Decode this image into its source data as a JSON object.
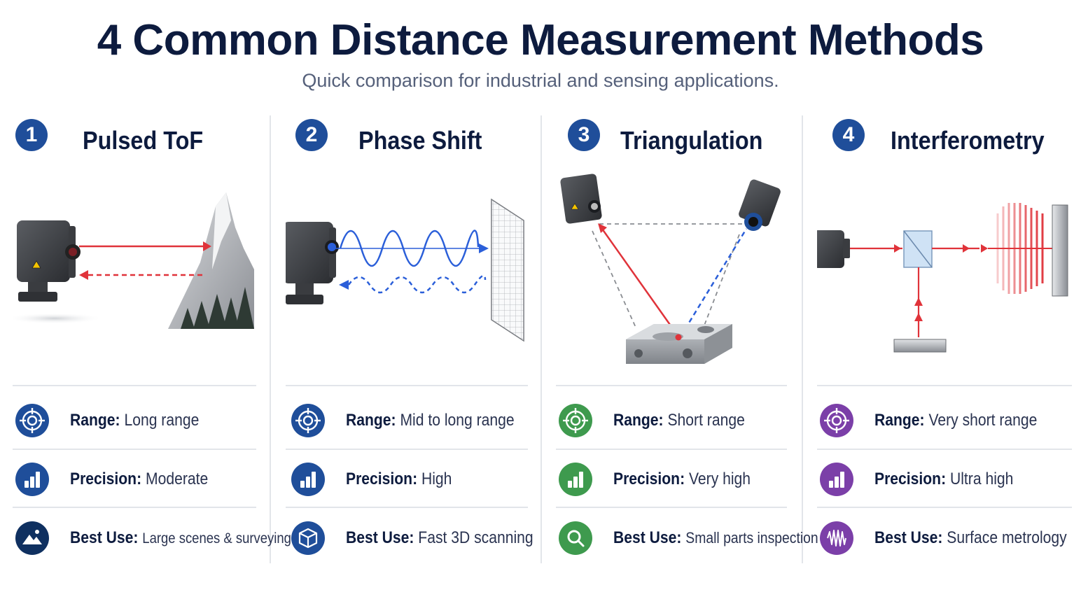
{
  "title": "4 Common Distance Measurement Methods",
  "subtitle": "Quick comparison for industrial and sensing applications.",
  "colors": {
    "navy": "#0d1b3e",
    "blue": "#1f4e9a",
    "green": "#3e9a4e",
    "purple": "#7b3fa8",
    "laser_red": "#e0333a",
    "wave_blue": "#2b5fd9"
  },
  "methods": [
    {
      "number": "1",
      "name": "Pulsed ToF",
      "rows": [
        {
          "icon": "target-icon",
          "label": "Range:",
          "value": "Long range"
        },
        {
          "icon": "bar-chart-icon",
          "label": "Precision:",
          "value": "Moderate"
        },
        {
          "icon": "mountain-icon",
          "label": "Best Use:",
          "value": "Large scenes & surveying"
        }
      ]
    },
    {
      "number": "2",
      "name": "Phase Shift",
      "rows": [
        {
          "icon": "target-icon",
          "label": "Range:",
          "value": "Mid to long range"
        },
        {
          "icon": "bar-chart-icon",
          "label": "Precision:",
          "value": "High"
        },
        {
          "icon": "cube-icon",
          "label": "Best Use:",
          "value": "Fast 3D scanning"
        }
      ]
    },
    {
      "number": "3",
      "name": "Triangulation",
      "rows": [
        {
          "icon": "target-icon",
          "label": "Range:",
          "value": "Short range"
        },
        {
          "icon": "bar-chart-icon",
          "label": "Precision:",
          "value": "Very high"
        },
        {
          "icon": "magnifier-icon",
          "label": "Best Use:",
          "value": "Small parts inspection"
        }
      ]
    },
    {
      "number": "4",
      "name": "Interferometry",
      "rows": [
        {
          "icon": "target-icon",
          "label": "Range:",
          "value": "Very short range"
        },
        {
          "icon": "bar-chart-icon",
          "label": "Precision:",
          "value": "Ultra high"
        },
        {
          "icon": "waveform-icon",
          "label": "Best Use:",
          "value": "Surface metrology"
        }
      ]
    }
  ]
}
